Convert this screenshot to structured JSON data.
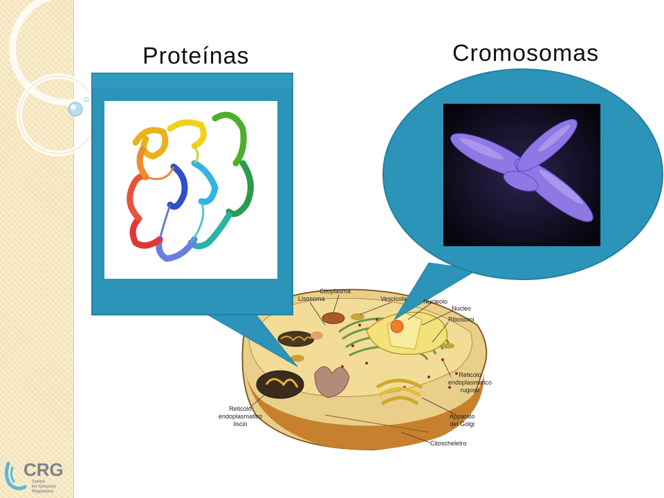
{
  "slide": {
    "title_left": "Proteínas",
    "title_right": "Cromosomas"
  },
  "cell_labels": {
    "citoplasma": "Citoplasma",
    "lisosoma": "Lisosoma",
    "vescicola": "Vescicola",
    "nucleolo": "Nucleolo",
    "nucleo": "Nucleo",
    "ribosomi": "Ribosomi",
    "ret_rugoso_1": "Reticolo",
    "ret_rugoso_2": "endoplasmatico",
    "ret_rugoso_3": "rugoso",
    "ret_liscio_1": "Reticolo",
    "ret_liscio_2": "endoplasmatico",
    "ret_liscio_3": "liscio",
    "golgi_1": "Apparato",
    "golgi_2": "del Golgi",
    "citoscheletro": "Citoscheletro"
  },
  "logo": {
    "initials": "CRG",
    "line1": "Centre",
    "line2": "for Genomic",
    "line3": "Regulation"
  },
  "colors": {
    "callout_fill": "#2b94b8",
    "strip": "#f6e7bf"
  }
}
